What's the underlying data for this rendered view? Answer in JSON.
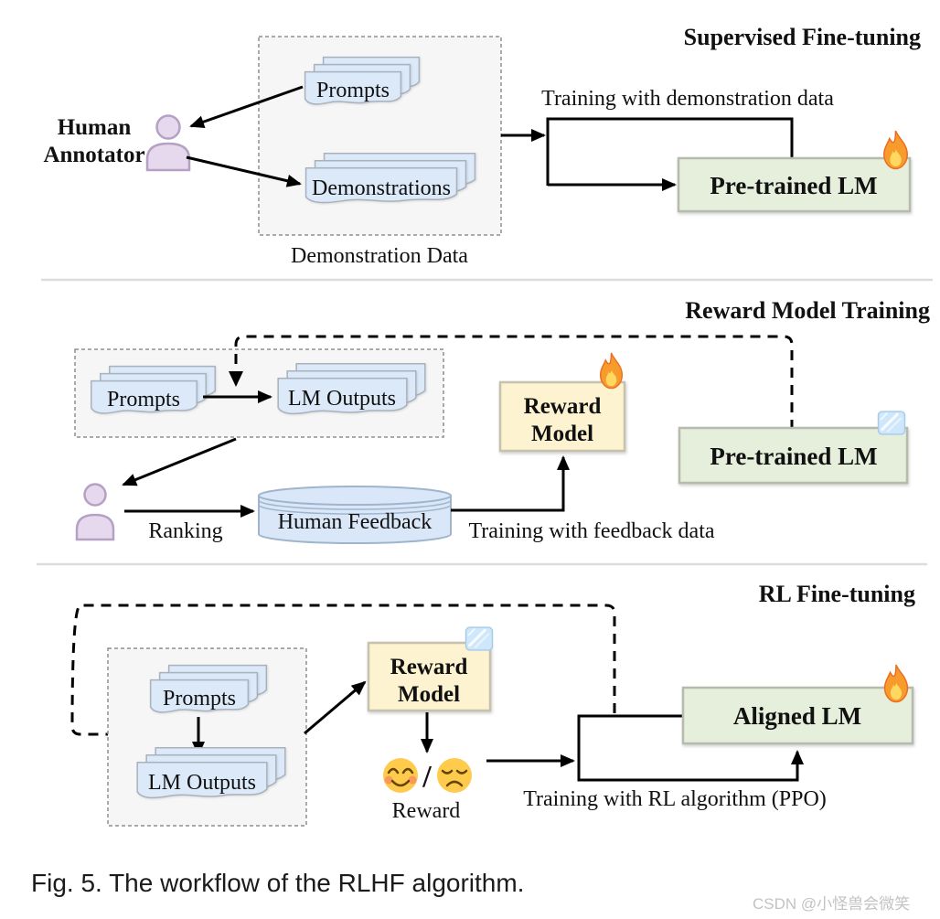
{
  "colors": {
    "lm_box_green": "#e5efdb",
    "reward_box_yellow": "#fdf3d0",
    "document_blue": "#dbe9f9",
    "annotator_purple": "#8d68a8",
    "data_label_blue": "#6e88bb"
  },
  "panels": {
    "sft": {
      "title": "Supervised Fine-tuning",
      "annotator": {
        "line1": "Human",
        "line2": "Annotator"
      },
      "prompts": "Prompts",
      "demonstrations": "Demonstrations",
      "demo_data_label": "Demonstration Data",
      "training_label": "Training with demonstration data",
      "pretrained_lm": "Pre-trained LM"
    },
    "rm": {
      "title": "Reward Model Training",
      "prompts": "Prompts",
      "lm_outputs": "LM Outputs",
      "ranking_label": "Ranking",
      "human_feedback": "Human Feedback",
      "training_label": "Training with feedback data",
      "reward_model": {
        "line1": "Reward",
        "line2": "Model"
      },
      "pretrained_lm": "Pre-trained LM"
    },
    "rl": {
      "title": "RL Fine-tuning",
      "prompts": "Prompts",
      "lm_outputs": "LM Outputs",
      "reward_model": {
        "line1": "Reward",
        "line2": "Model"
      },
      "reward_slash": "/",
      "reward_label": "Reward",
      "training_label": "Training with RL algorithm (PPO)",
      "aligned_lm": "Aligned LM"
    }
  },
  "caption": "Fig. 5. The workflow of the RLHF algorithm.",
  "watermark": "CSDN @小怪兽会微笑"
}
